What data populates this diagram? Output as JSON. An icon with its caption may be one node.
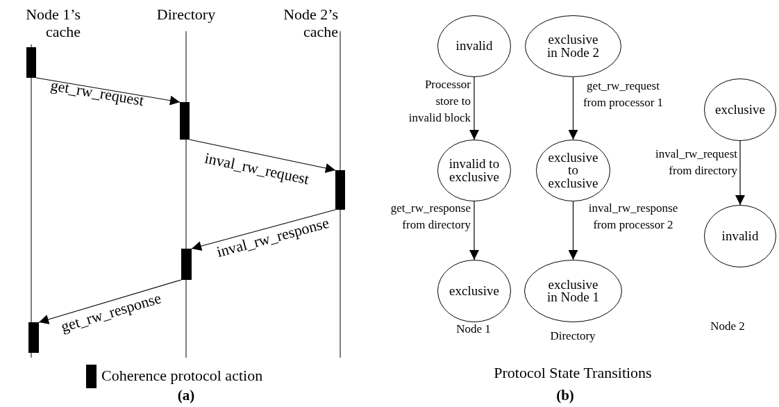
{
  "diagram": {
    "nodes": [
      {
        "text": [],
        "shape": "bar"
      },
      {
        "text": [],
        "shape": "bar"
      },
      {
        "text": [],
        "shape": "bar"
      },
      {
        "text": [],
        "shape": "bar"
      },
      {
        "text": [],
        "shape": "bar"
      },
      {
        "text": [
          "invalid"
        ]
      },
      {
        "text": [
          "exclusive in Node 2"
        ]
      },
      {
        "text": [
          "invalid to exclusive"
        ]
      },
      {
        "text": [
          "exclusive to exclusive"
        ]
      },
      {
        "text": [
          "exclusive"
        ]
      },
      {
        "text": [
          "exclusive in Node 1"
        ]
      },
      {
        "text": [
          "exclusive"
        ]
      },
      {
        "text": [
          "invalid"
        ]
      }
    ],
    "edges": [
      {
        "from": 0,
        "to": 1,
        "arrow": "to",
        "label": "get_rw_request"
      },
      {
        "from": 1,
        "to": 2,
        "arrow": "to",
        "label": "inval_rw_request"
      },
      {
        "from": 2,
        "to": 3,
        "arrow": "to",
        "label": "inval_rw_response"
      },
      {
        "from": 3,
        "to": 4,
        "arrow": "to",
        "label": "get_rw_response"
      },
      {
        "from": 5,
        "to": 7,
        "arrow": "to",
        "label": "Processor store to invalid block"
      },
      {
        "from": 6,
        "to": 8,
        "arrow": "to",
        "label": "get_rw_request from processor 1"
      },
      {
        "from": 7,
        "to": 9,
        "arrow": "to",
        "label": "get_rw_response from directory"
      },
      {
        "from": 8,
        "to": 10,
        "arrow": "to",
        "label": "inval_rw_response from processor 2"
      },
      {
        "from": 11,
        "to": 12,
        "arrow": "to",
        "label": "inval_rw_request from directory"
      }
    ],
    "labels": [
      "Node 1’s cache",
      "Directory",
      "Node 2’s cache",
      "Node 1",
      "Directory",
      "Node 2",
      "Protocol State Transitions",
      "(a)",
      "(b)"
    ],
    "legend": [
      {
        "text": "Coherence protocol action",
        "color": "#000000"
      }
    ]
  }
}
